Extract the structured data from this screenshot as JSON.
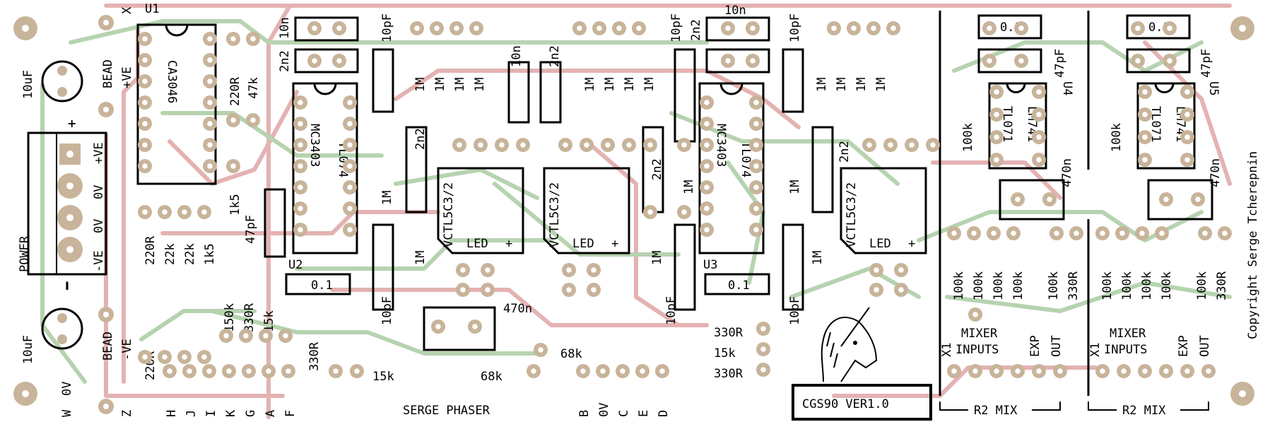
{
  "board": {
    "title": "SERGE PHASER",
    "version_box": "CGS90   VER1.0",
    "copyright": "Copyright Serge Tcherepnin"
  },
  "power": {
    "label": "POWER",
    "plus_mark": "+",
    "minus_mark": "I",
    "pins": [
      "+VE",
      "0V",
      "0V",
      "-VE"
    ],
    "cap_top": "10uF",
    "cap_bottom": "10uF",
    "bead_top": "BEAD",
    "bead_bottom": "BEAD",
    "rail_top": "+VE",
    "rail_bottom": "-VE",
    "x_top": "X",
    "zero_v": "0V"
  },
  "chips": {
    "u1": {
      "ref": "U1",
      "part": "CA3046"
    },
    "u2": {
      "ref": "U2",
      "part": "0.1"
    },
    "u3": {
      "ref": "U3",
      "part": "0.1"
    },
    "u4": {
      "ref": "U4",
      "part_a": "TL071",
      "part_b": "LM741"
    },
    "u5": {
      "ref": "U5",
      "part_a": "TL071",
      "part_b": "LM741"
    },
    "mc1": "MC3403",
    "tl1": "TL074",
    "mc2": "MC3403",
    "tl2": "TL074",
    "vtl": "VCTL5C3/2",
    "led": "LED",
    "led_plus": "+"
  },
  "components": {
    "c_10n": "10n",
    "c_2n2": "2n2",
    "c_10pf": "10pF",
    "c_47pf": "47pF",
    "c_01": "0.1",
    "c_470n": "470n",
    "r_1m": "1M",
    "r_220r": "220R",
    "r_47k": "47k",
    "r_22k": "22k",
    "r_1k5": "1k5",
    "r_150k": "150k",
    "r_330r": "330R",
    "r_15k": "15k",
    "r_68k": "68k",
    "r_100k": "100k"
  },
  "mixers": {
    "inputs_label": "MIXER",
    "inputs_label2": "INPUTS",
    "x1": "X1",
    "exp": "EXP",
    "out": "OUT",
    "r2mix": "R2 MIX"
  },
  "edge_pins": {
    "left": [
      "W",
      "Z",
      "H",
      "J",
      "I",
      "K",
      "G",
      "A",
      "F"
    ],
    "mid": [
      "B",
      "0V",
      "C",
      "E",
      "D"
    ]
  }
}
